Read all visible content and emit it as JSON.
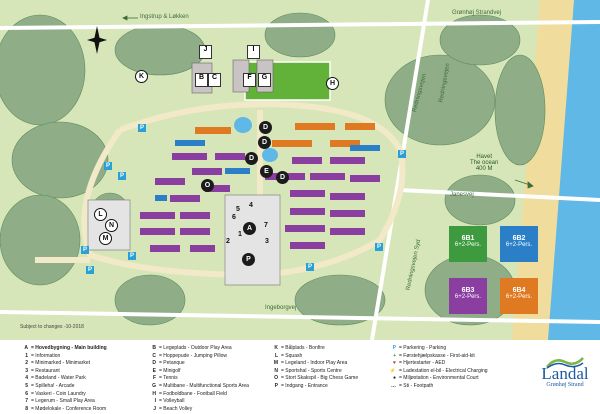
{
  "roads": {
    "top_left": "Ingstrup & Løkken",
    "top_right": "Grønhøj Strandvej",
    "redningsvejen_a": "Redningsvejen",
    "redningsvejen_b": "Redningsvejen",
    "janesvej": "Janesvej",
    "redningsvejen_syd": "Redningsvejen Syd",
    "ingeborgvej": "Ingeborgvej"
  },
  "sea": {
    "line1": "Havet",
    "line2": "The ocean",
    "line3": "400 M"
  },
  "subject": "Subject to changes -10-2018",
  "markers": {
    "A": "A",
    "B": "B",
    "C": "C",
    "D": "D",
    "E": "E",
    "F": "F",
    "G": "G",
    "H": "H",
    "I": "I",
    "J": "J",
    "K": "K",
    "L": "L",
    "M": "M",
    "N": "N",
    "O": "O",
    "P": "P",
    "n1": "1",
    "n2": "2",
    "n3": "3",
    "n4": "4",
    "n5": "5",
    "n6": "6",
    "n7": "7"
  },
  "units": [
    {
      "code": "6B1",
      "desc": "6+2-Pers.",
      "color": "#3e9a3e"
    },
    {
      "code": "6B2",
      "desc": "6+2-Pers.",
      "color": "#2a7fc6"
    },
    {
      "code": "6B3",
      "desc": "6+2-Pers.",
      "color": "#8a3fa0"
    },
    {
      "code": "6B4",
      "desc": "6+2-Pers.",
      "color": "#e07a22"
    }
  ],
  "legend": {
    "col1": [
      {
        "k": "A",
        "t": "= Hovedbygning - Main building"
      },
      {
        "k": "1",
        "t": "= Information"
      },
      {
        "k": "2",
        "t": "= Minimarked - Minimarket"
      },
      {
        "k": "3",
        "t": "= Restaurant"
      },
      {
        "k": "4",
        "t": "= Badeland - Water Park"
      },
      {
        "k": "5",
        "t": "= Spilleha! - Arcade"
      },
      {
        "k": "6",
        "t": "= Vaskeri - Coin Laundry"
      },
      {
        "k": "7",
        "t": "= Legerum - Small Play Area"
      },
      {
        "k": "8",
        "t": "= Mødelokale - Conference Room"
      }
    ],
    "col2": [
      {
        "k": "B",
        "t": "= Legeplads - Outdoor Play Area"
      },
      {
        "k": "C",
        "t": "= Hoppepude - Jumping Pillow"
      },
      {
        "k": "D",
        "t": "= Petanque"
      },
      {
        "k": "E",
        "t": "= Minigolf"
      },
      {
        "k": "F",
        "t": "= Tennis"
      },
      {
        "k": "G",
        "t": "= Multibane - Multifunctional Sports Area"
      },
      {
        "k": "H",
        "t": "= Fodboldbane - Football Field"
      },
      {
        "k": "I",
        "t": "= Volleyball"
      },
      {
        "k": "J",
        "t": "= Beach Volley"
      }
    ],
    "col3": [
      {
        "k": "K",
        "t": "= Bålplads - Bonfire"
      },
      {
        "k": "L",
        "t": "= Squash"
      },
      {
        "k": "M",
        "t": "= Legeland - Indoor Play Area"
      },
      {
        "k": "N",
        "t": "= Sportshal - Sports Centre"
      },
      {
        "k": "O",
        "t": "= Stort Skakspil - Big Chess Game"
      },
      {
        "k": "P",
        "t": "= Indgang - Entrance"
      }
    ],
    "col4": [
      {
        "k": "P",
        "t": "= Parkering - Parking"
      },
      {
        "k": "+",
        "t": "= Førstehjælpskasse - First-aid-kit"
      },
      {
        "k": "♥",
        "t": "= Hjertestarter - AED"
      },
      {
        "k": "⚡",
        "t": "= Ladestation el-bil - Electrical Charging"
      },
      {
        "k": "●",
        "t": "= Miljøstation - Environmental Court"
      },
      {
        "k": "…",
        "t": "= Sti - Footpath"
      }
    ]
  },
  "logo": {
    "name": "Landal",
    "sub": "Grønhøj Strand"
  },
  "colors": {
    "grass": "#d6e6b8",
    "tree": "#7fa07a",
    "path": "#f1e9c8",
    "orange": "#e07a22",
    "purple": "#8a3fa0",
    "blue": "#2a7fc6",
    "green_house": "#3e9a3e",
    "sea": "#5fb8e6",
    "sand": "#f0dc9c",
    "parking": "#2aa0d6"
  }
}
